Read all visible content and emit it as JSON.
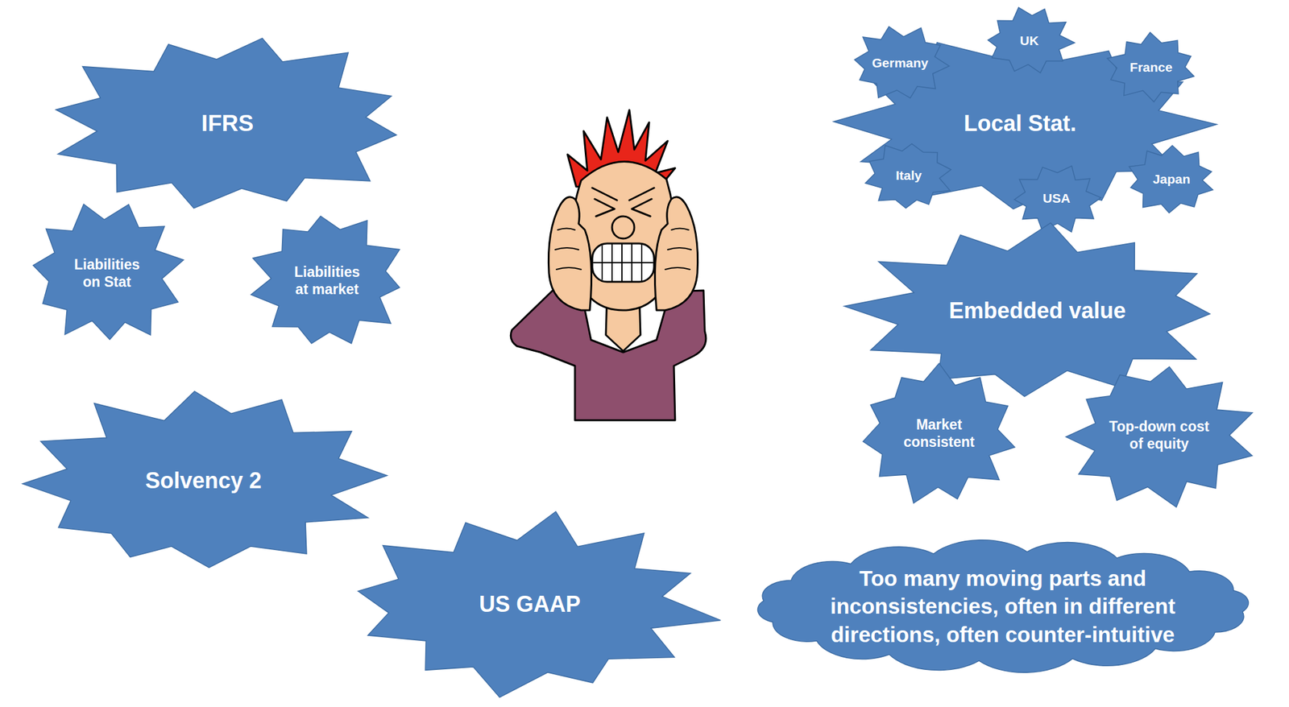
{
  "diagram": {
    "nodes": [
      {
        "text": [
          "IFRS"
        ]
      },
      {
        "text": [
          "Local Stat."
        ]
      },
      {
        "text": [
          "Germany"
        ],
        "in": 1
      },
      {
        "text": [
          "UK"
        ],
        "in": 1
      },
      {
        "text": [
          "France"
        ],
        "in": 1
      },
      {
        "text": [
          "Italy"
        ],
        "in": 1
      },
      {
        "text": [
          "USA"
        ],
        "in": 1
      },
      {
        "text": [
          "Japan"
        ],
        "in": 1
      },
      {
        "text": [
          "Liabilities on Stat"
        ]
      },
      {
        "text": [
          "Liabilities at market"
        ]
      },
      {
        "text": [
          "Embedded value"
        ]
      },
      {
        "text": [
          "Market consistent"
        ]
      },
      {
        "text": [
          "Top-down cost of equity"
        ]
      },
      {
        "text": [
          "Solvency 2"
        ]
      },
      {
        "text": [
          "US GAAP"
        ]
      },
      {
        "text": [
          "Too many moving parts and inconsistencies, often in different directions, often counter-intuitive"
        ]
      }
    ]
  }
}
